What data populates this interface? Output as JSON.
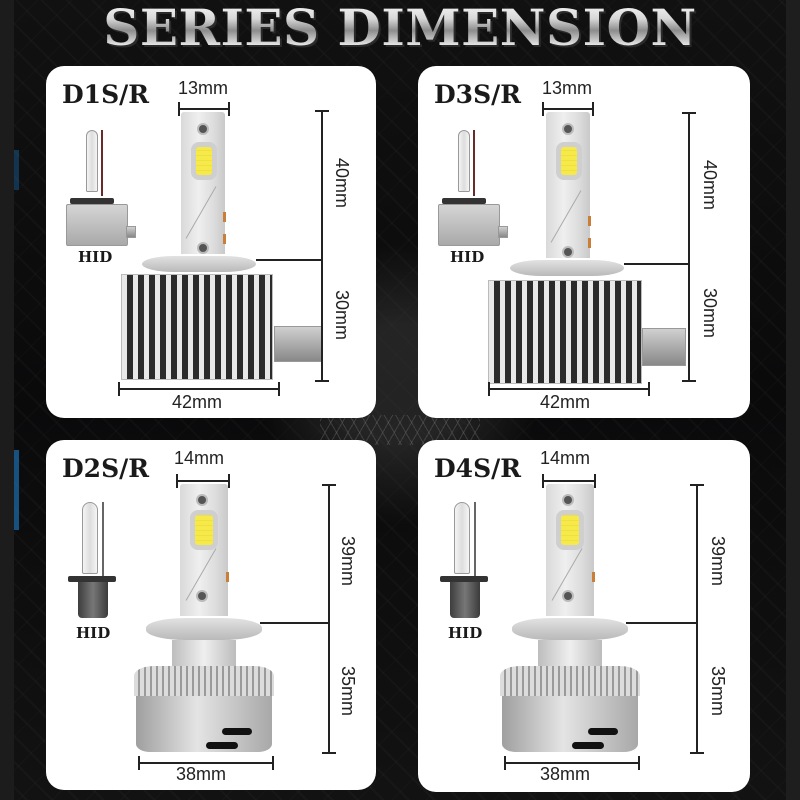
{
  "title": "SERIES DIMENSION",
  "panels": [
    {
      "model": "D1S/R",
      "hid_label": "HID",
      "stem_width": "13mm",
      "upper_height": "40mm",
      "lower_height": "30mm",
      "base_width": "42mm",
      "base_type": "square-heatsink"
    },
    {
      "model": "D3S/R",
      "hid_label": "HID",
      "stem_width": "13mm",
      "upper_height": "40mm",
      "lower_height": "30mm",
      "base_width": "42mm",
      "base_type": "square-heatsink"
    },
    {
      "model": "D2S/R",
      "hid_label": "HID",
      "stem_width": "14mm",
      "upper_height": "39mm",
      "lower_height": "35mm",
      "base_width": "38mm",
      "base_type": "round-heatsink"
    },
    {
      "model": "D4S/R",
      "hid_label": "HID",
      "stem_width": "14mm",
      "upper_height": "39mm",
      "lower_height": "35mm",
      "base_width": "38mm",
      "base_type": "round-heatsink"
    }
  ],
  "colors": {
    "background": "#0b0b0c",
    "panel": "#ffffff",
    "text": "#1a1a1a",
    "led_chip": "#f6e94a",
    "accent_glow": "#1b6fb2"
  }
}
